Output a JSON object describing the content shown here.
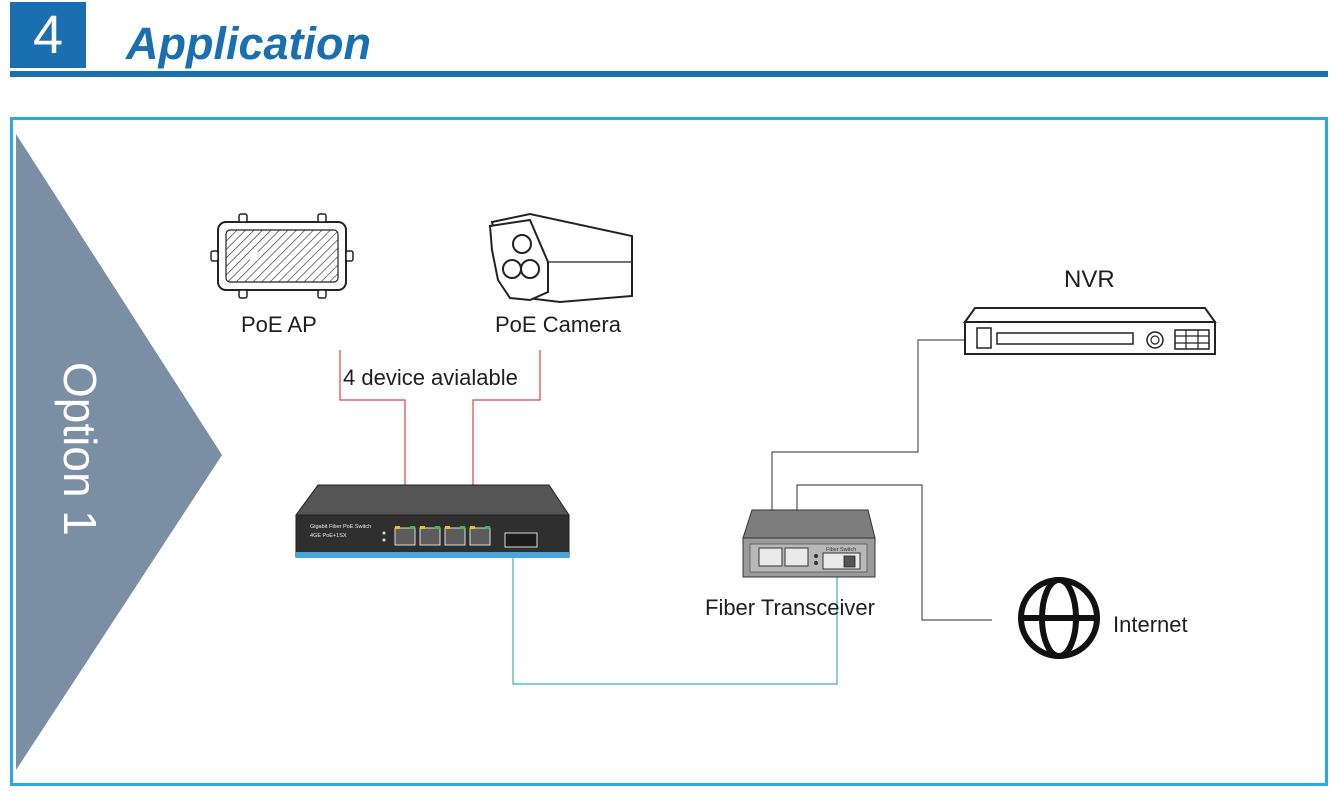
{
  "header": {
    "section_number": "4",
    "section_title": "Application"
  },
  "option": {
    "label": "Option 1"
  },
  "devices": {
    "poe_ap": "PoE AP",
    "poe_camera": "PoE Camera",
    "nvr": "NVR",
    "fiber_transceiver": "Fiber Transceiver",
    "internet": "Internet"
  },
  "note": {
    "device_count": "4 device avialable"
  },
  "switch": {
    "model_line1": "Gigabit Fiber PoE Switch",
    "model_line2": "4GE PoE+1SX"
  },
  "transceiver_panel": {
    "label": "Fiber Switch"
  },
  "icons": [
    "access-point-icon",
    "bullet-camera-icon",
    "nvr-icon",
    "poe-switch-icon",
    "fiber-transceiver-icon",
    "globe-icon"
  ],
  "colors": {
    "brand_blue": "#1a6fb0",
    "frame_blue": "#29a9de",
    "option_slate": "#7a8ea4",
    "poe_link_red": "#e04040",
    "fiber_link_teal": "#3ab0b8",
    "ethernet_link_gray": "#555555"
  }
}
